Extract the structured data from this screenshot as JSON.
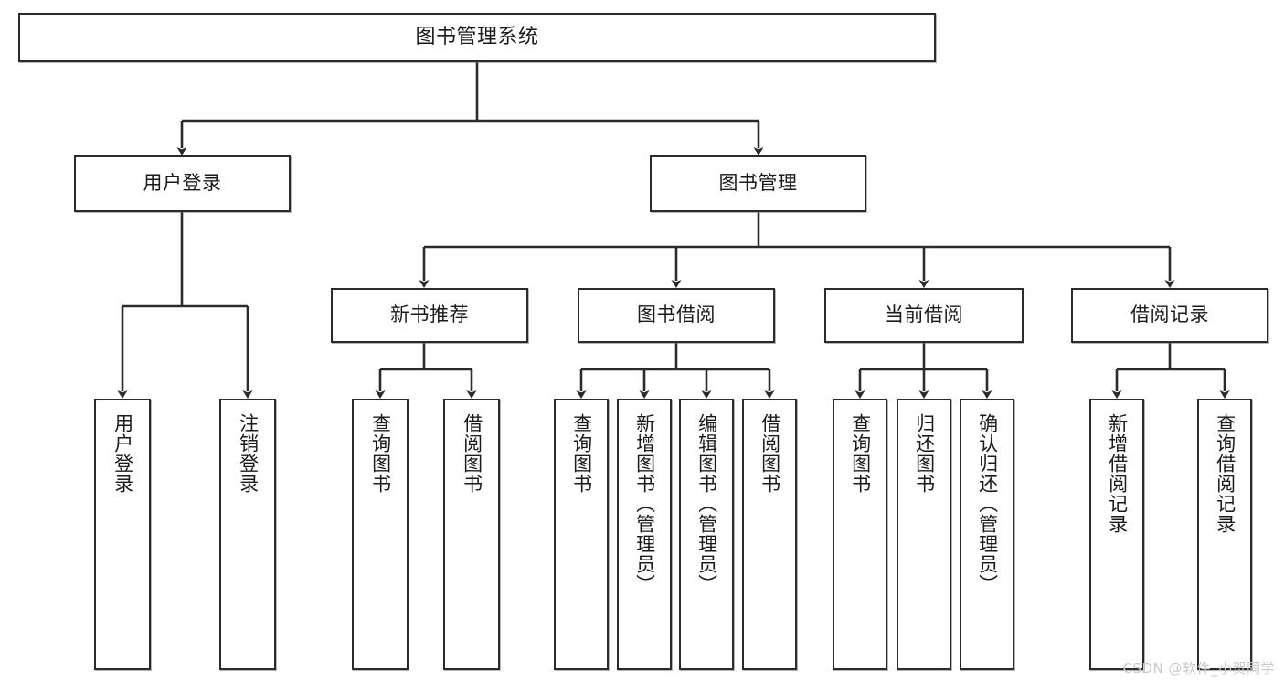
{
  "diagram": {
    "type": "tree",
    "title": "图书管理系统",
    "watermark": "CSDN @软件_小贺同学",
    "colors": {
      "box_border": "#2b2b2b",
      "box_fill": "#ffffff",
      "connector": "#2b2b2b",
      "text": "#1a1a1a",
      "watermark": "#c9c9c9",
      "background": "#ffffff"
    },
    "levels": {
      "root": "图书管理系统",
      "level2": [
        "用户登录",
        "图书管理"
      ],
      "level3": [
        "新书推荐",
        "图书借阅",
        "当前借阅",
        "借阅记录"
      ]
    },
    "nodes": {
      "root": {
        "label": "图书管理系统"
      },
      "user_login": {
        "label": "用户登录"
      },
      "book_manage": {
        "label": "图书管理"
      },
      "new_book_rec": {
        "label": "新书推荐"
      },
      "book_borrow": {
        "label": "图书借阅"
      },
      "current_borrow": {
        "label": "当前借阅"
      },
      "borrow_record": {
        "label": "借阅记录"
      },
      "leaf_user_login": {
        "label": "用户登录"
      },
      "leaf_user_logout": {
        "label": "注销登录"
      },
      "leaf_rec_query": {
        "label": "查询图书"
      },
      "leaf_rec_borrow": {
        "label": "借阅图书"
      },
      "leaf_borrow_query": {
        "label": "查询图书"
      },
      "leaf_borrow_add": {
        "label": "新增图书（管理员）"
      },
      "leaf_borrow_edit": {
        "label": "编辑图书（管理员）"
      },
      "leaf_borrow_do": {
        "label": "借阅图书"
      },
      "leaf_cur_query": {
        "label": "查询图书"
      },
      "leaf_cur_return": {
        "label": "归还图书"
      },
      "leaf_cur_confirm": {
        "label": "确认归还（管理员）"
      },
      "leaf_rec_add": {
        "label": "新增借阅记录"
      },
      "leaf_rec_search": {
        "label": "查询借阅记录"
      }
    },
    "edges": [
      {
        "from": "root",
        "to": "用户登录"
      },
      {
        "from": "root",
        "to": "图书管理"
      },
      {
        "from": "用户登录",
        "to": "用户登录"
      },
      {
        "from": "用户登录",
        "to": "注销登录"
      },
      {
        "from": "图书管理",
        "to": "新书推荐"
      },
      {
        "from": "图书管理",
        "to": "图书借阅"
      },
      {
        "from": "图书管理",
        "to": "当前借阅"
      },
      {
        "from": "图书管理",
        "to": "借阅记录"
      },
      {
        "from": "新书推荐",
        "to": "查询图书"
      },
      {
        "from": "新书推荐",
        "to": "借阅图书"
      },
      {
        "from": "图书借阅",
        "to": "查询图书"
      },
      {
        "from": "图书借阅",
        "to": "新增图书（管理员）"
      },
      {
        "from": "图书借阅",
        "to": "编辑图书（管理员）"
      },
      {
        "from": "图书借阅",
        "to": "借阅图书"
      },
      {
        "from": "当前借阅",
        "to": "查询图书"
      },
      {
        "from": "当前借阅",
        "to": "归还图书"
      },
      {
        "from": "当前借阅",
        "to": "确认归还（管理员）"
      },
      {
        "from": "借阅记录",
        "to": "新增借阅记录"
      },
      {
        "from": "借阅记录",
        "to": "查询借阅记录"
      }
    ]
  }
}
